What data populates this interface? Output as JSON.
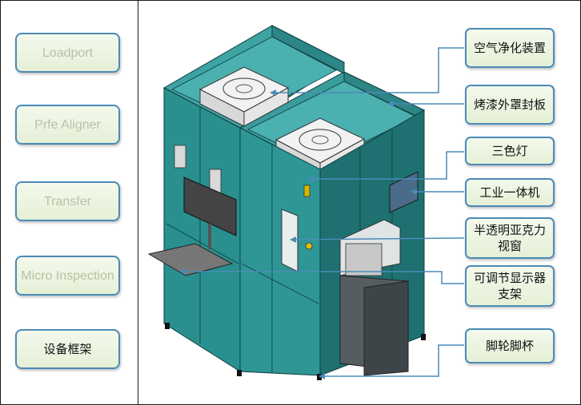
{
  "nav": {
    "items": [
      {
        "label": "Loadport"
      },
      {
        "label": "Prfe Aligner"
      },
      {
        "label": "Transfer"
      },
      {
        "label": "Micro Inspection"
      },
      {
        "label": "设备框架"
      }
    ],
    "active_index": 4
  },
  "callouts": [
    {
      "label": "空气净化装置"
    },
    {
      "label": "烤漆外罩封板"
    },
    {
      "label": "三色灯"
    },
    {
      "label": "工业一体机"
    },
    {
      "label": "半透明亚克力视窗"
    },
    {
      "label": "可调节显示器支架"
    },
    {
      "label": "脚轮脚杯"
    }
  ],
  "colors": {
    "panel_teal": "#2a8f8f",
    "panel_dark": "#1f7070",
    "button_border": "#4a8bb8",
    "leader_line": "#4a8bb8"
  }
}
